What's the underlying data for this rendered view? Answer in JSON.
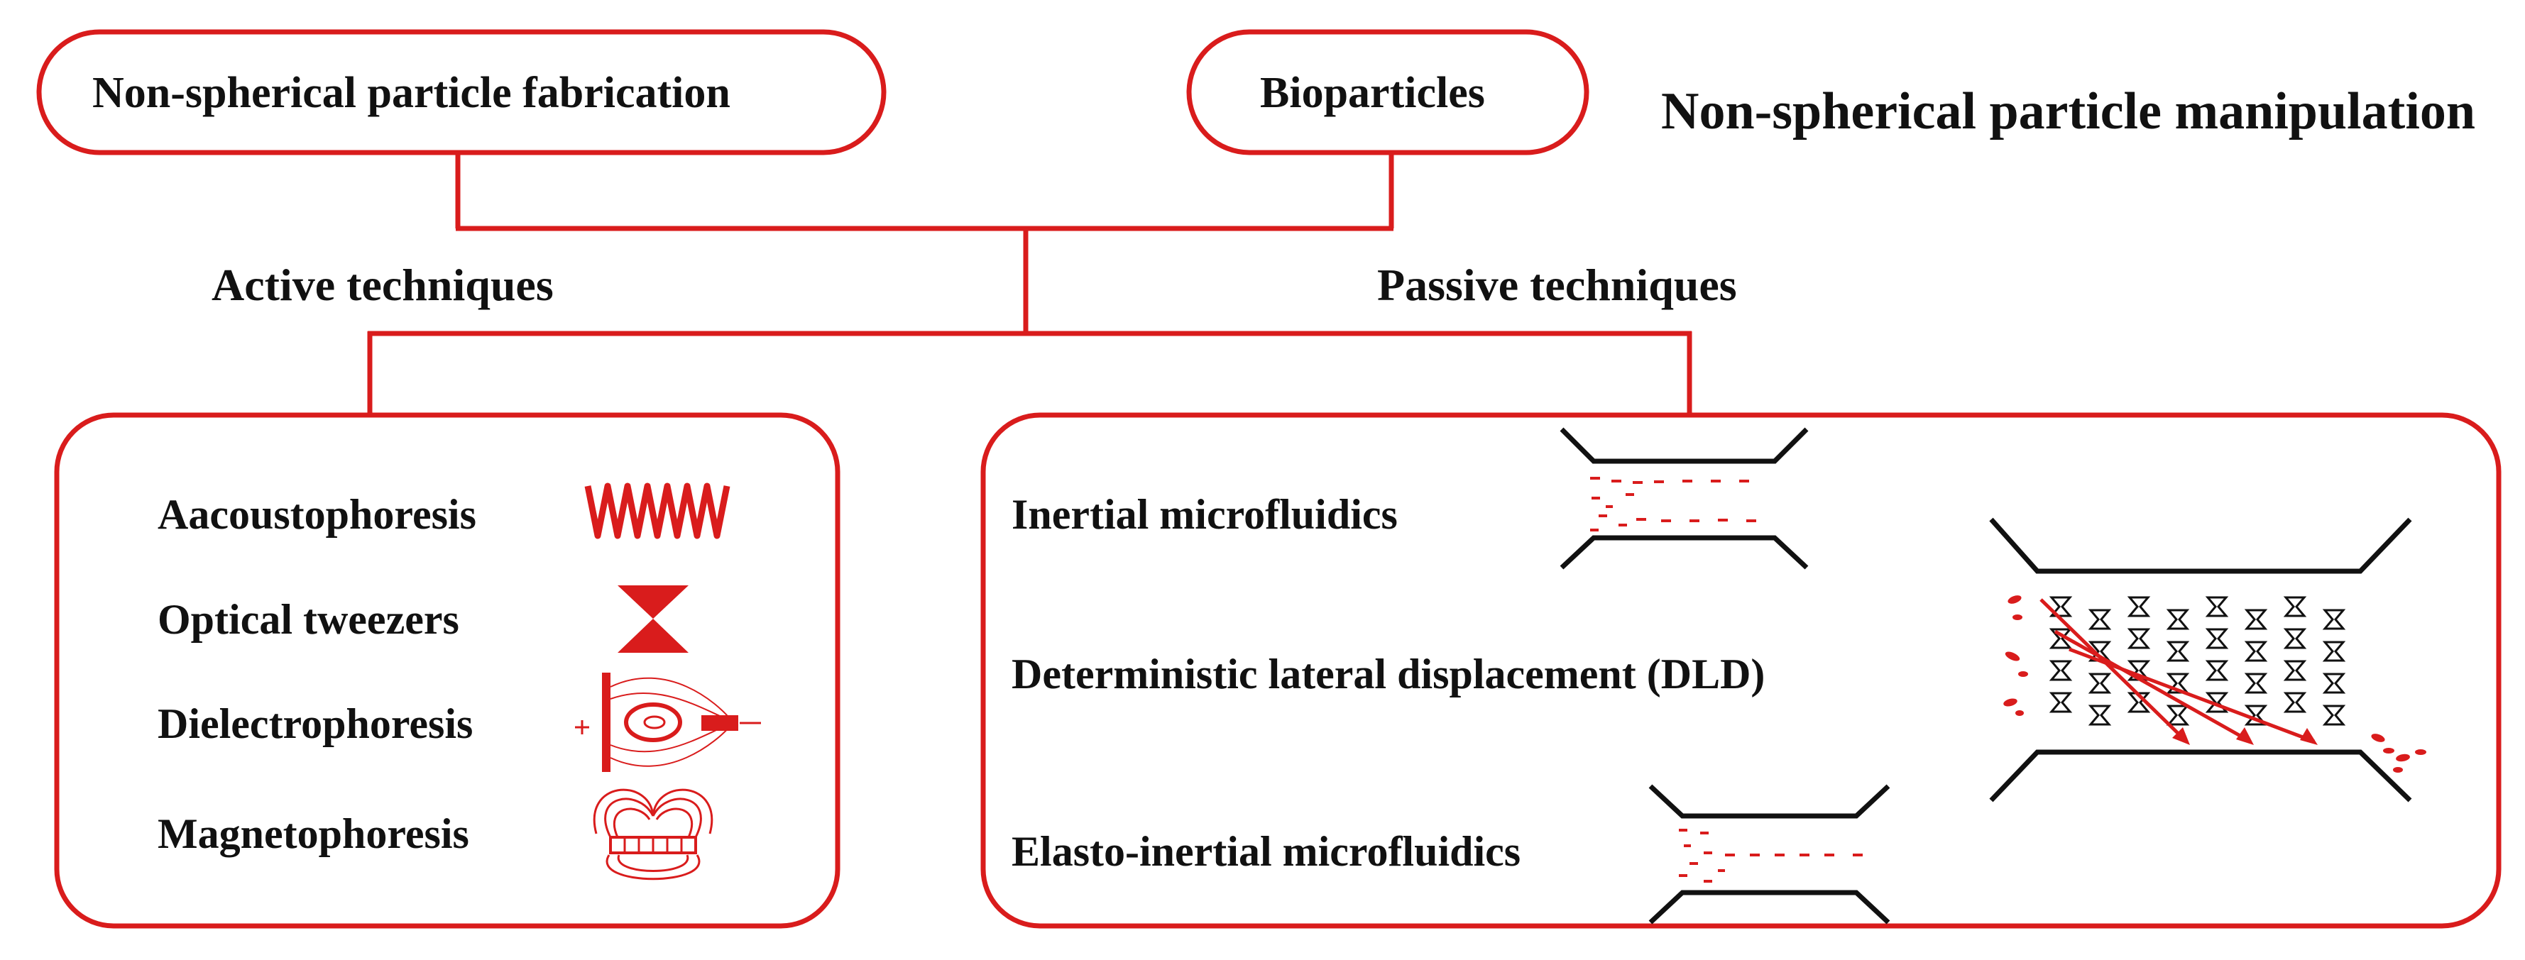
{
  "title": "Non-spherical particle  manipulation",
  "sources": {
    "fabrication": "Non-spherical particle  fabrication",
    "bioparticles": "Bioparticles"
  },
  "branches": {
    "active": {
      "label": "Active techniques",
      "items": [
        {
          "label": "Aacoustophoresis",
          "icon": "acoustic-wave-icon"
        },
        {
          "label": "Optical tweezers",
          "icon": "optical-beam-icon"
        },
        {
          "label": "Dielectrophoresis",
          "icon": "dielectrophoresis-electrode-icon"
        },
        {
          "label": "Magnetophoresis",
          "icon": "magnetic-field-icon"
        }
      ]
    },
    "passive": {
      "label": "Passive techniques",
      "items": [
        {
          "label": "Inertial microfluidics",
          "icon": "inertial-channel-icon"
        },
        {
          "label": "Deterministic lateral displacement (DLD)",
          "icon": "dld-pillar-array-icon"
        },
        {
          "label": "Elasto-inertial microfluidics",
          "icon": "elasto-inertial-channel-icon"
        }
      ]
    }
  },
  "colors": {
    "accent": "#d91c1c",
    "text": "#111111",
    "line": "#111111"
  }
}
